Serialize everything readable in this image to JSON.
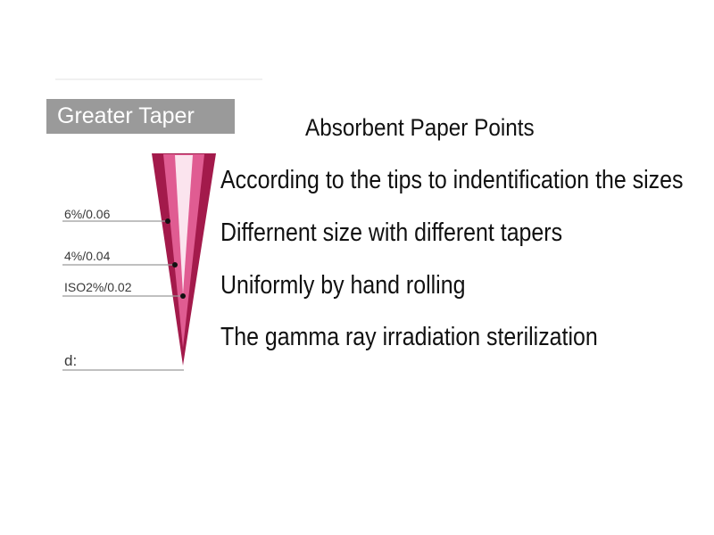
{
  "badge": {
    "label": "Greater Taper"
  },
  "taper_labels": [
    "6%/0.06",
    "4%/0.04",
    "ISO2%/0.02",
    "d:"
  ],
  "colors": {
    "badge_background": "#9a9a9a",
    "point_outer": "#a31a4b",
    "point_inner": "#e05c92",
    "point_core": "#fbe4ee"
  },
  "info": {
    "title": "Absorbent Paper Points",
    "lines": [
      "According to the tips to indentification the sizes",
      "Differnent size with different tapers",
      "Uniformly by hand rolling",
      "The gamma ray irradiation sterilization"
    ]
  }
}
